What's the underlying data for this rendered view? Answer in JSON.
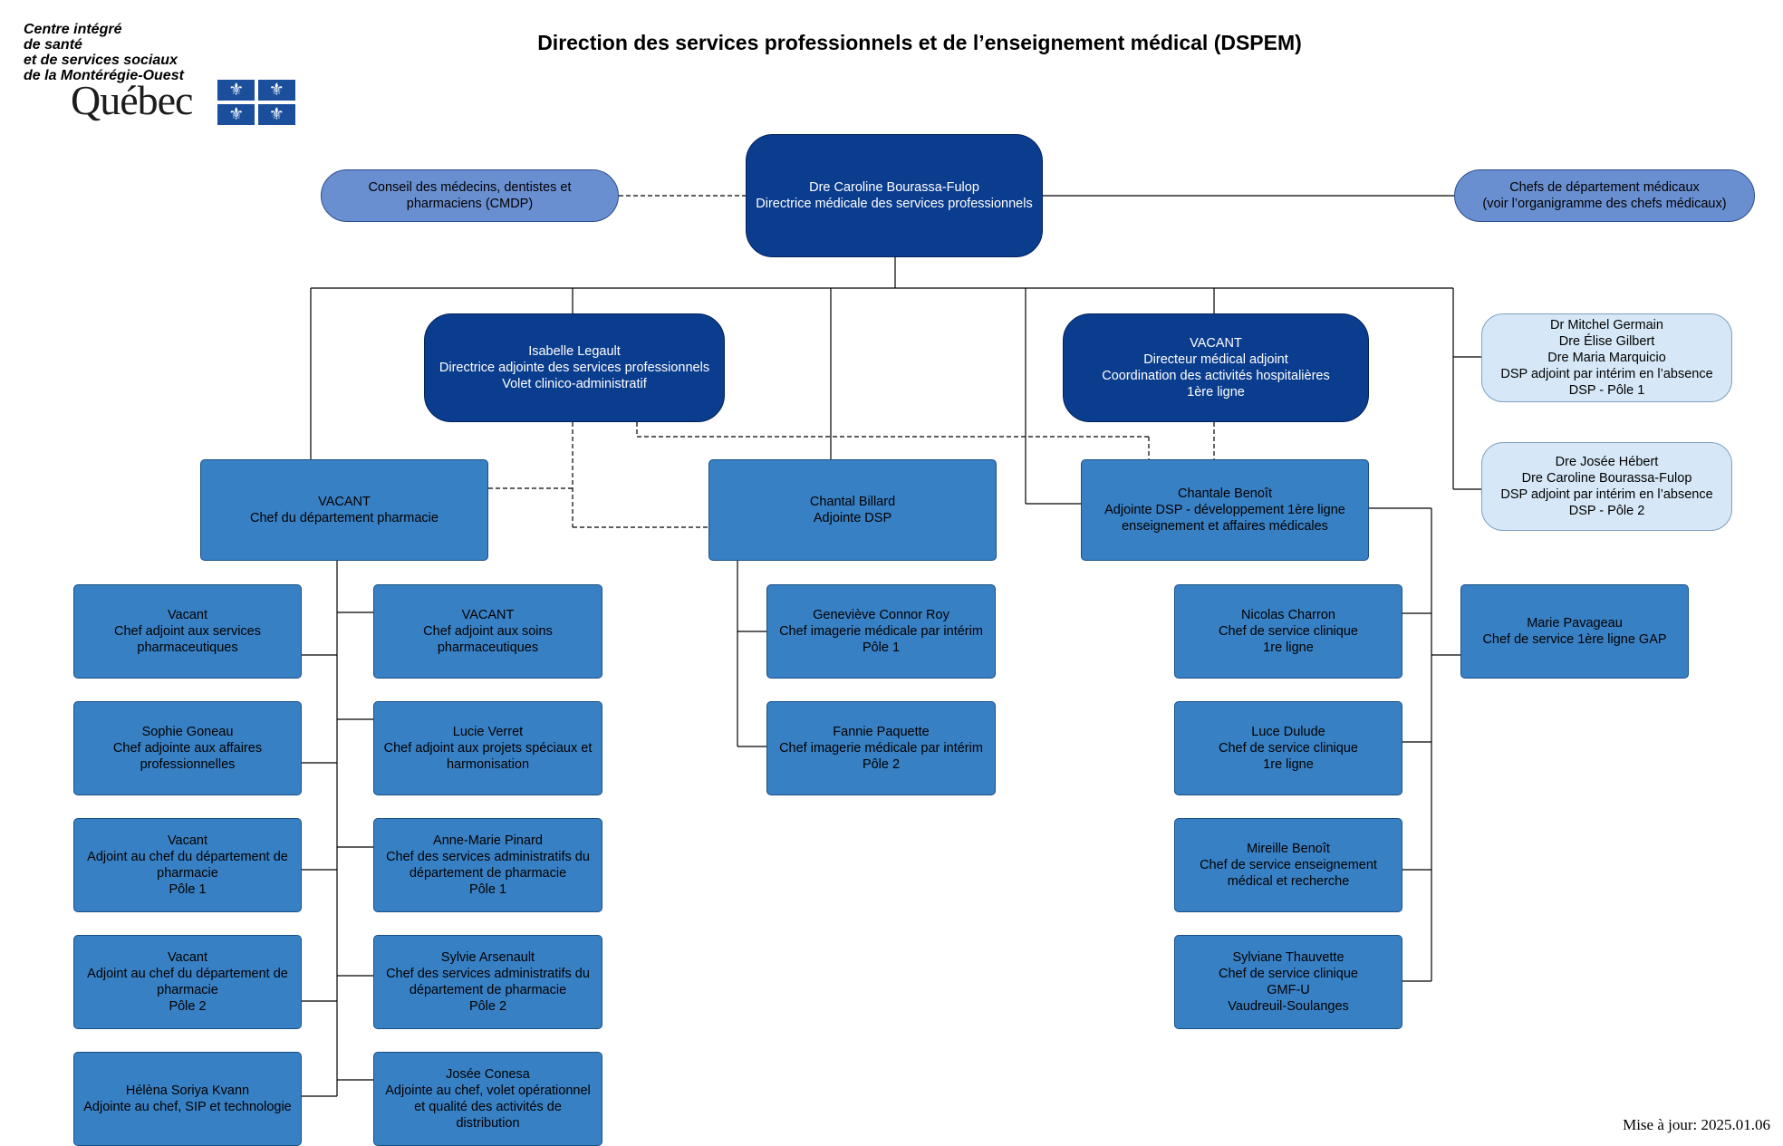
{
  "title": "Direction des services professionnels et de l’enseignement médical (DSPEM)",
  "logo": {
    "lines": [
      "Centre intégré",
      "de santé",
      "et de services sociaux",
      "de la Montérégie-Ouest"
    ],
    "wordmark": "Québec"
  },
  "nodes": [
    {
      "id": "dsp",
      "lines": [
        "Dre Caroline Bourassa-Fulop",
        "Directrice médicale des services professionnels"
      ]
    },
    {
      "id": "cmdp",
      "lines": [
        "Conseil des médecins, dentistes et",
        "pharmaciens (CMDP)"
      ]
    },
    {
      "id": "chefs-dep",
      "lines": [
        "Chefs de département médicaux",
        "(voir l’organigramme des chefs médicaux)"
      ]
    },
    {
      "id": "legault",
      "lines": [
        "Isabelle Legault",
        "Directrice adjointe des services professionnels",
        "Volet clinico-administratif"
      ]
    },
    {
      "id": "vacant-dma",
      "lines": [
        "VACANT",
        "Directeur médical adjoint",
        "Coordination des activités hospitalières",
        "1ère ligne"
      ]
    },
    {
      "id": "pole1",
      "lines": [
        "Dr Mitchel Germain",
        "Dre Élise Gilbert",
        "Dre Maria Marquicio",
        "DSP adjoint par intérim en l’absence",
        "DSP - Pôle 1"
      ]
    },
    {
      "id": "pole2",
      "lines": [
        "Dre Josée Hébert",
        "Dre Caroline Bourassa-Fulop",
        "DSP adjoint par intérim en l’absence",
        "DSP - Pôle 2"
      ]
    },
    {
      "id": "pharm",
      "lines": [
        "VACANT",
        "Chef du département pharmacie"
      ]
    },
    {
      "id": "billard",
      "lines": [
        "Chantal Billard",
        "Adjointe DSP"
      ]
    },
    {
      "id": "benoit",
      "lines": [
        "Chantale Benoît",
        "Adjointe DSP - développement 1ère ligne",
        "enseignement et affaires médicales"
      ]
    },
    {
      "id": "l1",
      "lines": [
        "Vacant",
        "Chef adjoint aux services",
        "pharmaceutiques"
      ]
    },
    {
      "id": "l2",
      "lines": [
        "Sophie Goneau",
        "Chef adjointe aux affaires",
        "professionnelles"
      ]
    },
    {
      "id": "l3",
      "lines": [
        "Vacant",
        "Adjoint au chef du département de",
        "pharmacie",
        "Pôle 1"
      ]
    },
    {
      "id": "l4",
      "lines": [
        "Vacant",
        "Adjoint au chef du département de",
        "pharmacie",
        "Pôle 2"
      ]
    },
    {
      "id": "l5",
      "lines": [
        "Hélèna Soriya Kvann",
        "Adjointe au chef, SIP et technologie"
      ]
    },
    {
      "id": "r1",
      "lines": [
        "VACANT",
        "Chef adjoint aux soins",
        "pharmaceutiques"
      ]
    },
    {
      "id": "r2",
      "lines": [
        "Lucie Verret",
        "Chef adjoint aux projets spéciaux et",
        "harmonisation"
      ]
    },
    {
      "id": "r3",
      "lines": [
        "Anne-Marie Pinard",
        "Chef des services administratifs du",
        "département de pharmacie",
        "Pôle 1"
      ]
    },
    {
      "id": "r4",
      "lines": [
        "Sylvie Arsenault",
        "Chef des services administratifs du",
        "département de pharmacie",
        "Pôle 2"
      ]
    },
    {
      "id": "r5",
      "lines": [
        "Josée Conesa",
        "Adjointe au chef, volet opérationnel",
        "et qualité des activités de",
        "distribution"
      ]
    },
    {
      "id": "im1",
      "lines": [
        "Geneviève Connor Roy",
        "Chef imagerie médicale par intérim",
        "Pôle 1"
      ]
    },
    {
      "id": "im2",
      "lines": [
        "Fannie Paquette",
        "Chef imagerie médicale par intérim",
        "Pôle 2"
      ]
    },
    {
      "id": "c1",
      "lines": [
        "Nicolas Charron",
        "Chef de service clinique",
        "1re ligne"
      ]
    },
    {
      "id": "c2",
      "lines": [
        "Luce Dulude",
        "Chef de service clinique",
        "1re ligne"
      ]
    },
    {
      "id": "c3",
      "lines": [
        "Mireille Benoît",
        "Chef de service enseignement",
        "médical et recherche"
      ]
    },
    {
      "id": "c4",
      "lines": [
        "Sylviane Thauvette",
        "Chef de service clinique",
        "GMF-U",
        "Vaudreuil-Soulanges"
      ]
    },
    {
      "id": "gap",
      "lines": [
        "Marie Pavageau",
        "Chef de service 1ère ligne GAP"
      ]
    }
  ],
  "footer": "Mise à jour: 2025.01.06"
}
